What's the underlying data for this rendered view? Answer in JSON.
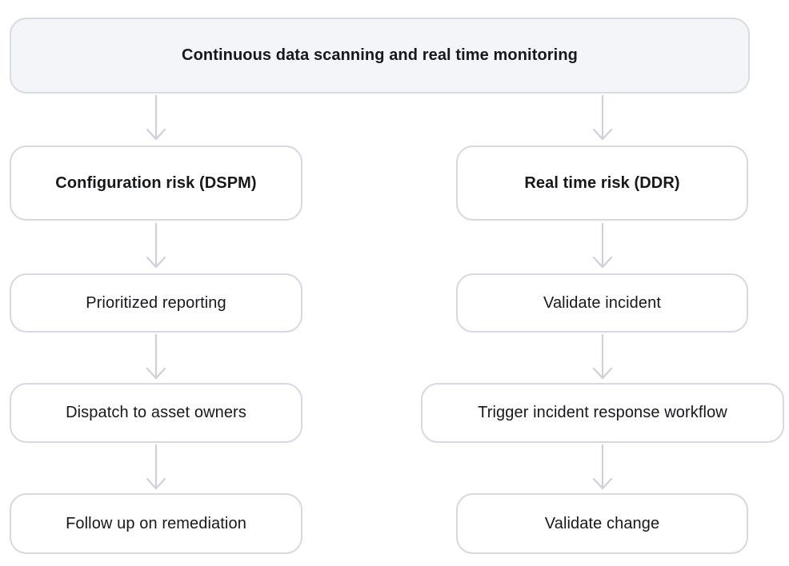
{
  "diagram": {
    "header": {
      "label": "Continuous data scanning and real time monitoring"
    },
    "columns": {
      "left": {
        "title": "Configuration risk (DSPM)",
        "steps": [
          "Prioritized reporting",
          "Dispatch to asset owners",
          "Follow up on remediation"
        ]
      },
      "right": {
        "title": "Real time risk (DDR)",
        "steps": [
          "Validate incident",
          "Trigger incident response workflow",
          "Validate change"
        ]
      }
    },
    "colors": {
      "header_bg": "#f4f5f9",
      "box_bg": "#ffffff",
      "box_border": "#d4d9e2",
      "arrow": "#ccd1dc",
      "text": "#16181d"
    }
  }
}
